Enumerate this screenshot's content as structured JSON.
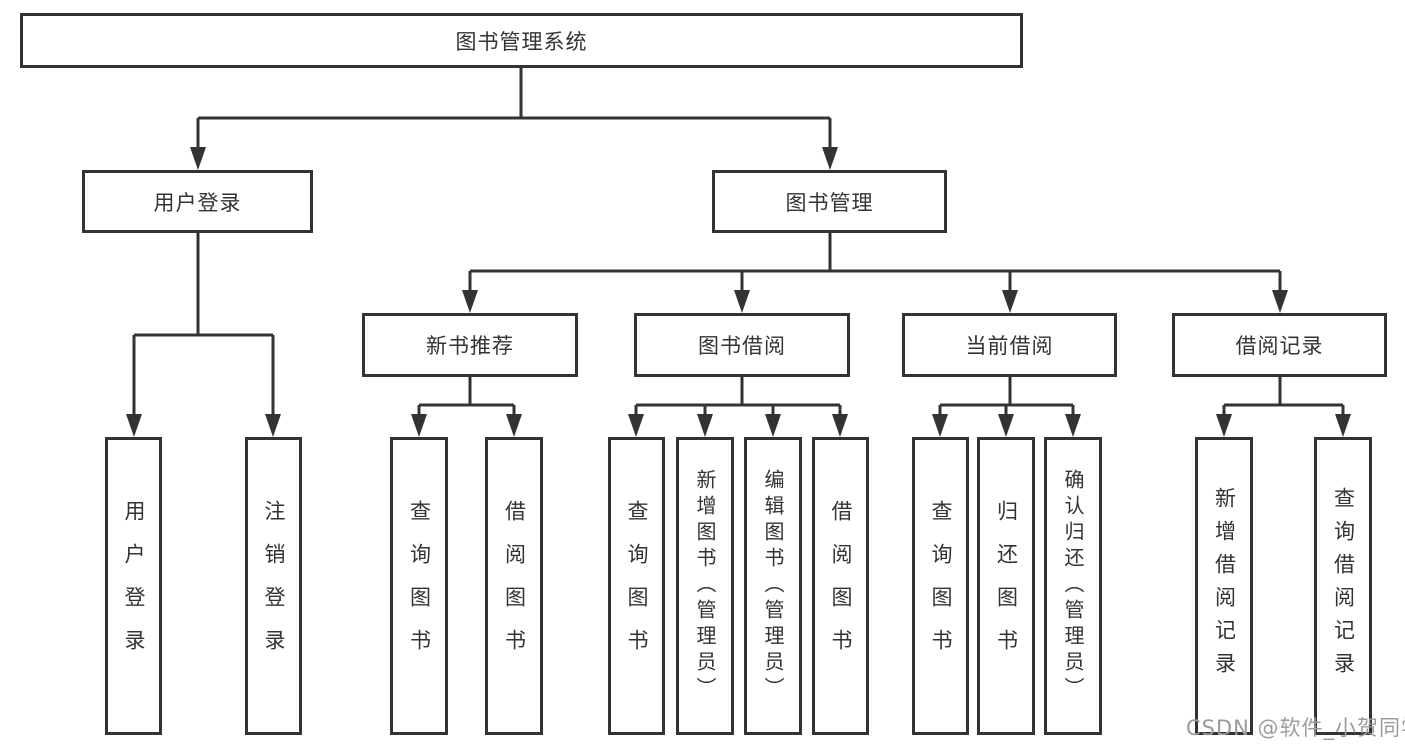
{
  "nodes": {
    "root": {
      "label": "图书管理系统"
    },
    "user_login": {
      "label": "用户登录"
    },
    "book_management": {
      "label": "图书管理"
    },
    "new_book_recommend": {
      "label": "新书推荐"
    },
    "book_borrow": {
      "label": "图书借阅"
    },
    "current_borrow": {
      "label": "当前借阅"
    },
    "borrow_record": {
      "label": "借阅记录"
    },
    "leaf_user_login": {
      "label": "用户登录"
    },
    "leaf_logout_login": {
      "label": "注销登录"
    },
    "leaf_query_book_recommend": {
      "label": "查询图书"
    },
    "leaf_borrow_book_recommend": {
      "label": "借阅图书"
    },
    "leaf_query_book_borrow": {
      "label": "查询图书"
    },
    "leaf_add_book": {
      "label": "新增图书（管理员）"
    },
    "leaf_edit_book": {
      "label": "编辑图书（管理员）"
    },
    "leaf_borrow_book_borrow": {
      "label": "借阅图书"
    },
    "leaf_query_book_current": {
      "label": "查询图书"
    },
    "leaf_return_book": {
      "label": "归还图书"
    },
    "leaf_confirm_return": {
      "label": "确认归还（管理员）"
    },
    "leaf_add_borrow_record": {
      "label": "新增借阅记录"
    },
    "leaf_query_borrow_record": {
      "label": "查询借阅记录"
    }
  },
  "tree": {
    "图书管理系统": {
      "用户登录": [
        "用户登录",
        "注销登录"
      ],
      "图书管理": {
        "新书推荐": [
          "查询图书",
          "借阅图书"
        ],
        "图书借阅": [
          "查询图书",
          "新增图书（管理员）",
          "编辑图书（管理员）",
          "借阅图书"
        ],
        "当前借阅": [
          "查询图书",
          "归还图书",
          "确认归还（管理员）"
        ],
        "借阅记录": [
          "新增借阅记录",
          "查询借阅记录"
        ]
      }
    }
  },
  "watermark": {
    "text": "CSDN @软件_小贺同学"
  },
  "colors": {
    "line": "#333333",
    "box_border": "#333333",
    "text": "#333333",
    "background": "#ffffff",
    "watermark": "#9b9b9b"
  }
}
